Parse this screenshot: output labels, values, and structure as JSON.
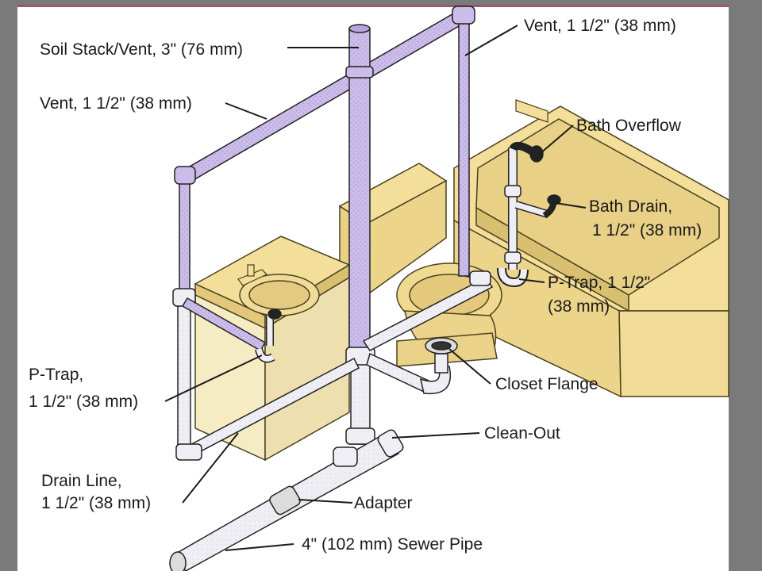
{
  "labels": {
    "soil_stack": "Soil Stack/Vent, 3\" (76 mm)",
    "vent_top_right": "Vent, 1 1/2\" (38 mm)",
    "vent_left": "Vent, 1 1/2\" (38 mm)",
    "bath_overflow": "Bath Overflow",
    "bath_drain_line1": "Bath Drain,",
    "bath_drain_line2": "1 1/2\" (38 mm)",
    "ptrap_right_line1": "P-Trap, 1 1/2\"",
    "ptrap_right_line2": "(38 mm)",
    "closet_flange": "Closet Flange",
    "ptrap_left_line1": "P-Trap,",
    "ptrap_left_line2": "1 1/2\" (38 mm)",
    "clean_out": "Clean-Out",
    "drain_line_line1": "Drain Line,",
    "drain_line_line2": "1 1/2\" (38 mm)",
    "adapter": "Adapter",
    "sewer_pipe": "4\" (102 mm) Sewer Pipe"
  },
  "colors": {
    "frame": "#7a7a7a",
    "paper": "#ffffff",
    "fixture": "#f3df9a",
    "fixture_dark": "#c9b26a",
    "vent_pipe": "#c8b8e8",
    "drain_pipe": "#e6e6ee",
    "outline": "#222222"
  }
}
